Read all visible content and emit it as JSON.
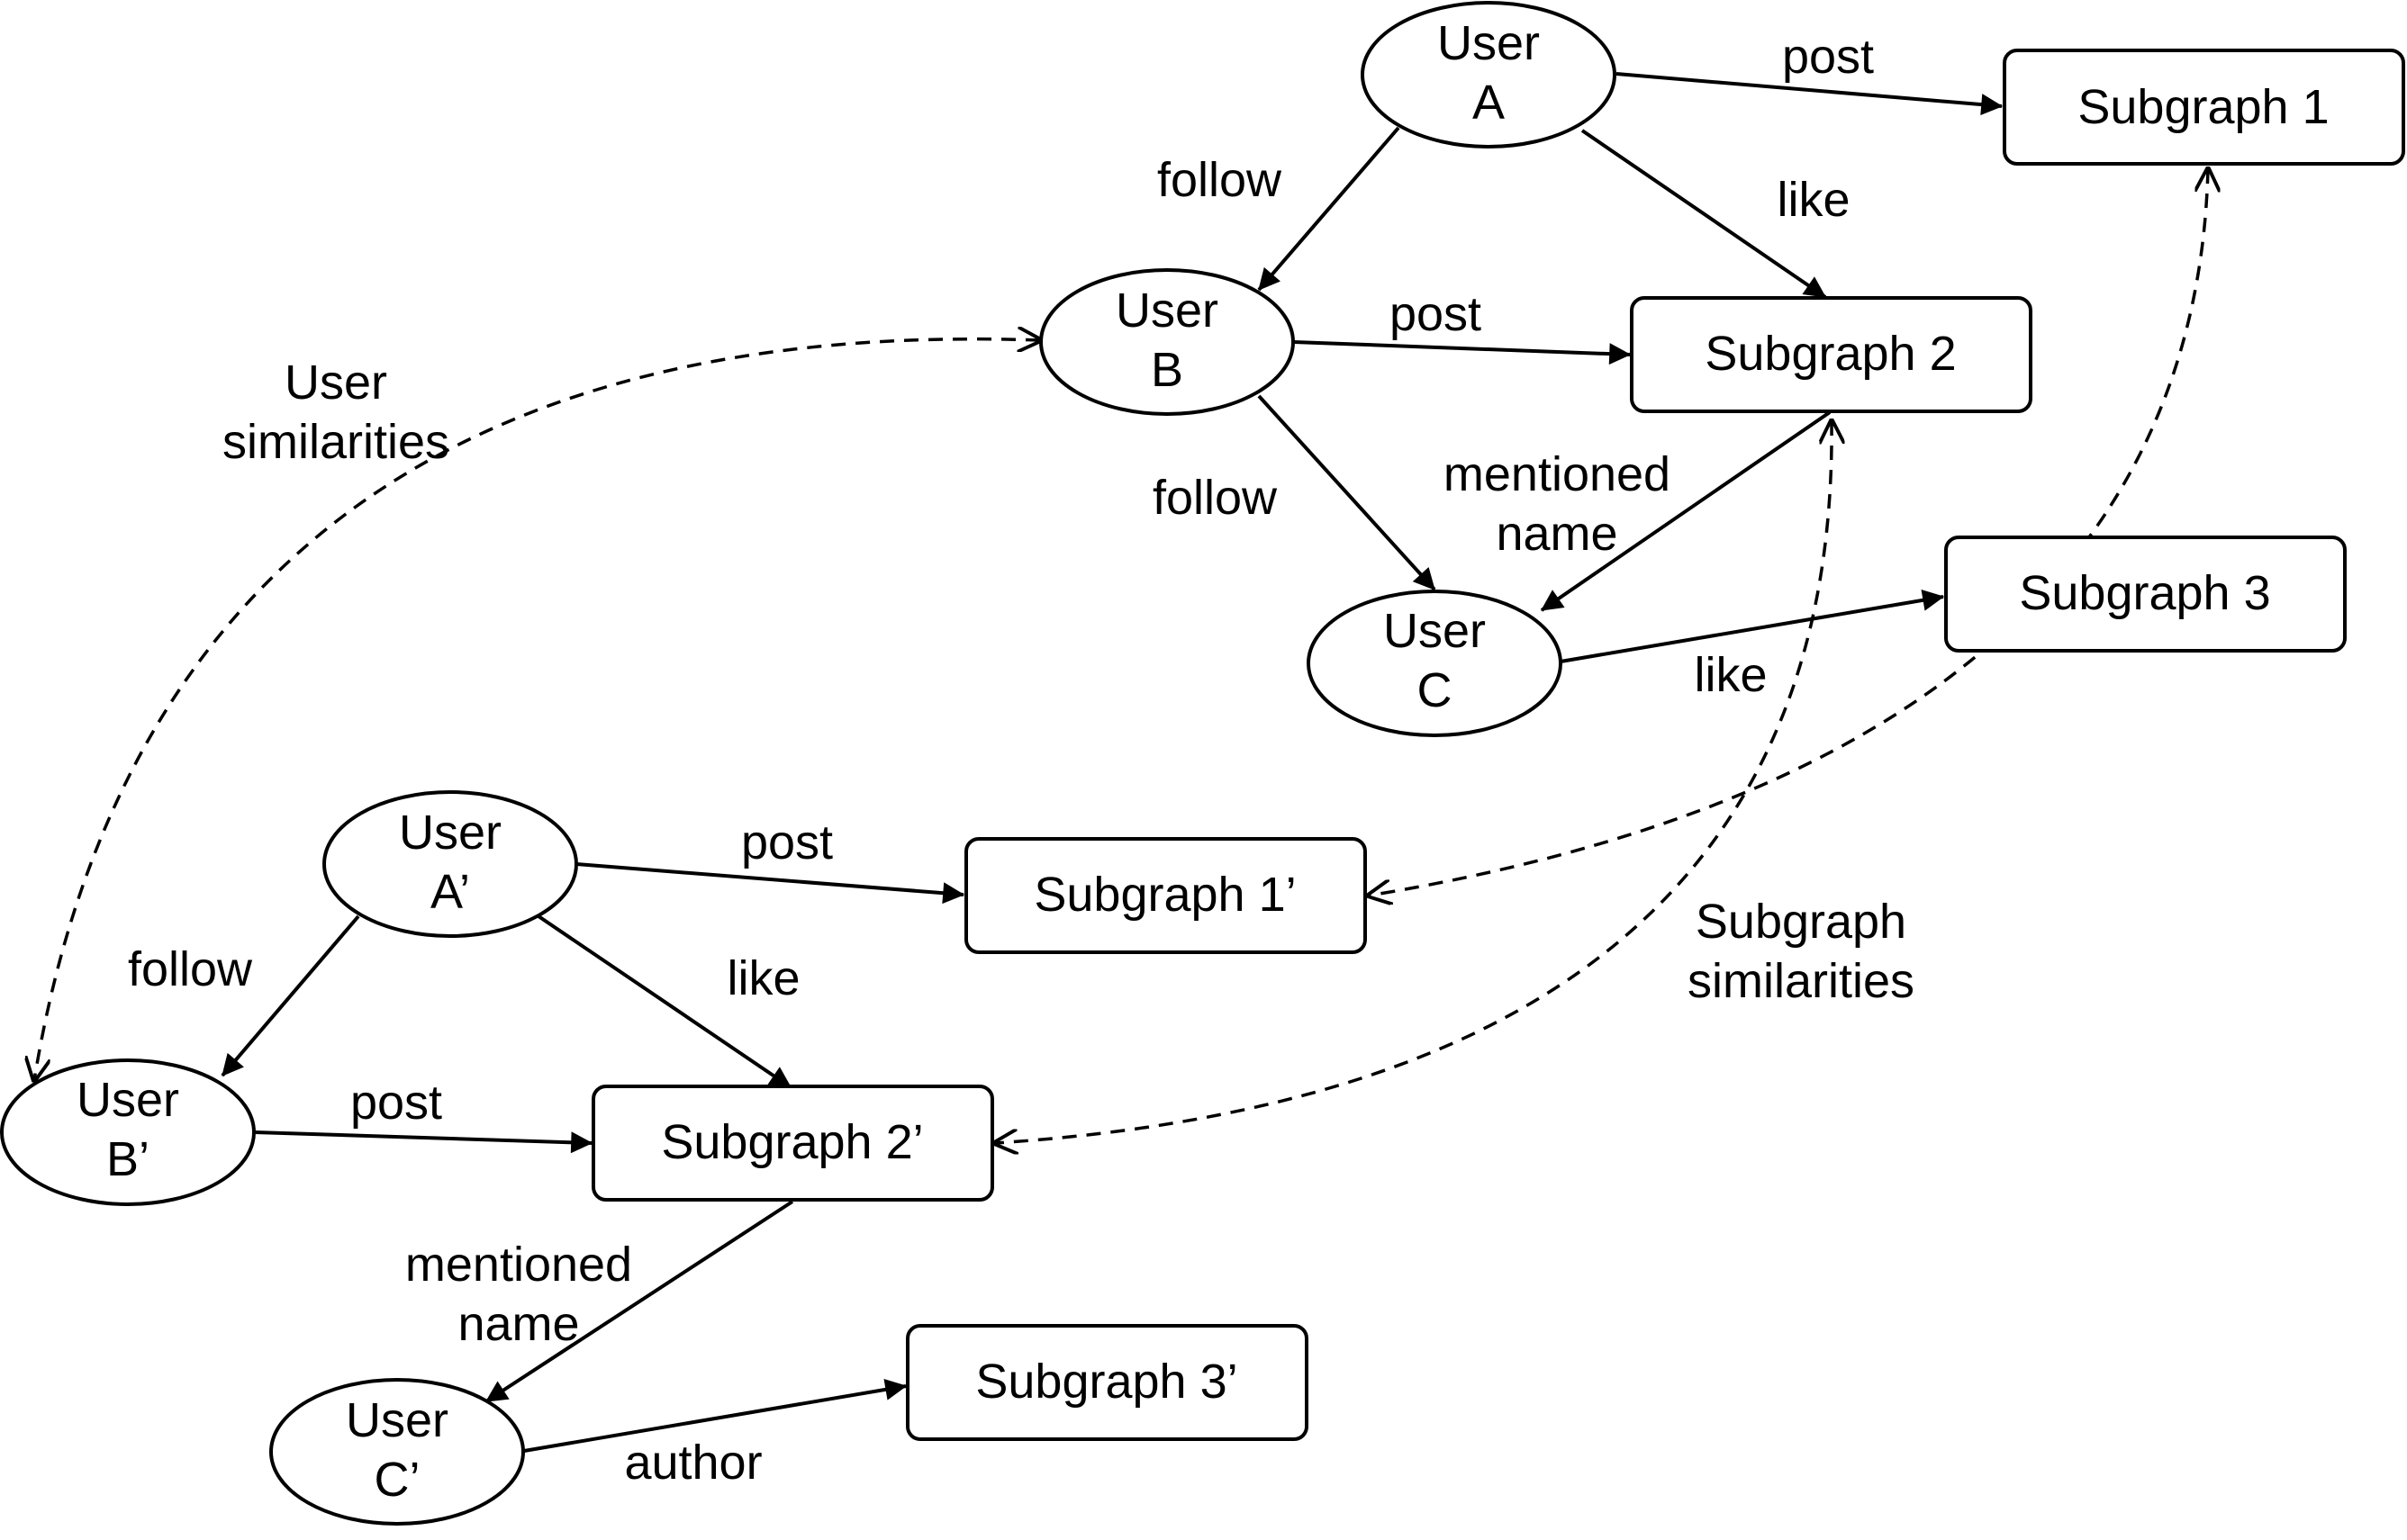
{
  "users": {
    "A": {
      "line1": "User",
      "line2": "A"
    },
    "B": {
      "line1": "User",
      "line2": "B"
    },
    "C": {
      "line1": "User",
      "line2": "C"
    },
    "A2": {
      "line1": "User",
      "line2": "A’"
    },
    "B2": {
      "line1": "User",
      "line2": "B’"
    },
    "C2": {
      "line1": "User",
      "line2": "C’"
    }
  },
  "subgraphs": {
    "s1": "Subgraph 1",
    "s2": "Subgraph 2",
    "s3": "Subgraph 3",
    "s1p": "Subgraph 1’",
    "s2p": "Subgraph 2’",
    "s3p": "Subgraph 3’"
  },
  "edges": {
    "a_post_s1": "post",
    "a_follow_b": "follow",
    "a_like_s2": "like",
    "b_post_s2": "post",
    "b_follow_c": "follow",
    "s2_mention_c_1": "mentioned",
    "s2_mention_c_2": "name",
    "c_like_s3": "like",
    "a2_post_s1p": "post",
    "a2_follow_b2": "follow",
    "a2_like_s2p": "like",
    "b2_post_s2p": "post",
    "s2p_mention_c2_1": "mentioned",
    "s2p_mention_c2_2": "name",
    "c2_author_s3p": "author"
  },
  "notes": {
    "user_sim_1": "User",
    "user_sim_2": "similarities",
    "subgraph_sim_1": "Subgraph",
    "subgraph_sim_2": "similarities"
  },
  "colors": {
    "stroke": "#000000",
    "background": "#ffffff"
  }
}
